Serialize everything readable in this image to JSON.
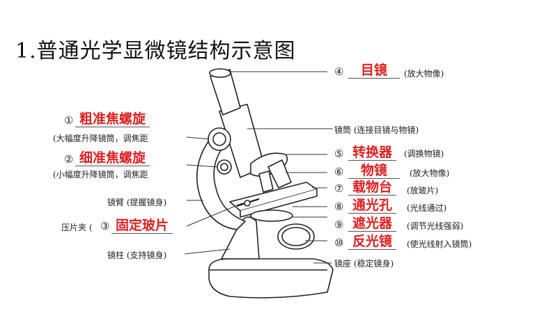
{
  "title": "1.普通光学显微镜结构示意图",
  "left": {
    "coarse": {
      "num": "①",
      "answer": "粗准焦螺旋",
      "note": "(大幅度升降镜筒，调焦距"
    },
    "fine": {
      "num": "②",
      "answer": "细准焦螺旋",
      "note": "(小幅度升降镜筒，调焦距"
    },
    "arm": "镜臂 (提握镜身)",
    "clip_prefix": "压片夹 (",
    "clip": {
      "num": "③",
      "answer": "固定玻片"
    },
    "pillar": "镜柱 (支持镜身)"
  },
  "right": {
    "eyepiece": {
      "num": "④",
      "answer": "目镜",
      "note": "(放大物像)"
    },
    "tube": "镜筒 (连接目镜与物镜)",
    "nosepiece": {
      "num": "⑤",
      "answer": "转换器",
      "note": "(调换物镜)"
    },
    "objective": {
      "num": "⑥",
      "answer": "物镜",
      "note": "(放大物像)"
    },
    "stage": {
      "num": "⑦",
      "answer": "载物台",
      "note": "(放玻片)"
    },
    "hole": {
      "num": "⑧",
      "answer": "通光孔",
      "note": "(光线通过)"
    },
    "diaphragm": {
      "num": "⑨",
      "answer": "遮光器",
      "note": "(调节光线强弱)"
    },
    "mirror": {
      "num": "⑩",
      "answer": "反光镜",
      "note": "(使光线射入镜筒)"
    },
    "base": "镜座 (稳定镜身)"
  }
}
